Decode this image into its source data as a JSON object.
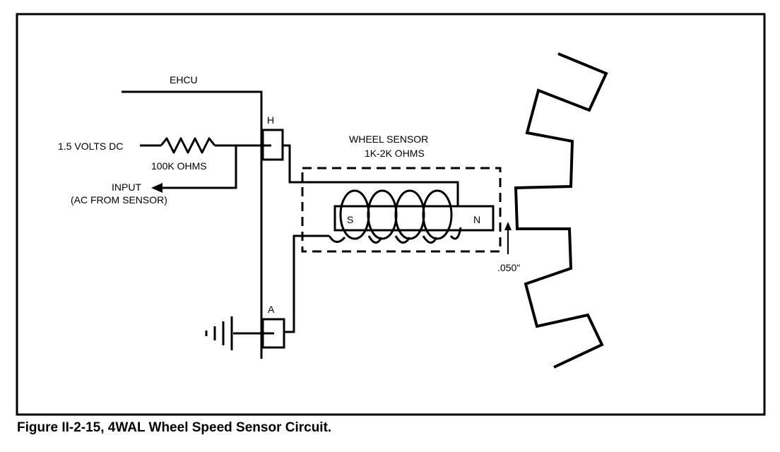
{
  "labels": {
    "ehcu": "EHCU",
    "h_terminal": "H",
    "a_terminal": "A",
    "supply": "1.5 VOLTS DC",
    "resistor": "100K OHMS",
    "input_line1": "INPUT",
    "input_line2": "(AC FROM SENSOR)",
    "sensor_line1": "WHEEL SENSOR",
    "sensor_line2": "1K-2K OHMS",
    "magnet_south": "S",
    "magnet_north": "N",
    "air_gap": ".050\""
  },
  "caption": "Figure II-2-15, 4WAL Wheel Speed Sensor Circuit.",
  "colors": {
    "ink": "#000000",
    "background": "#ffffff"
  }
}
